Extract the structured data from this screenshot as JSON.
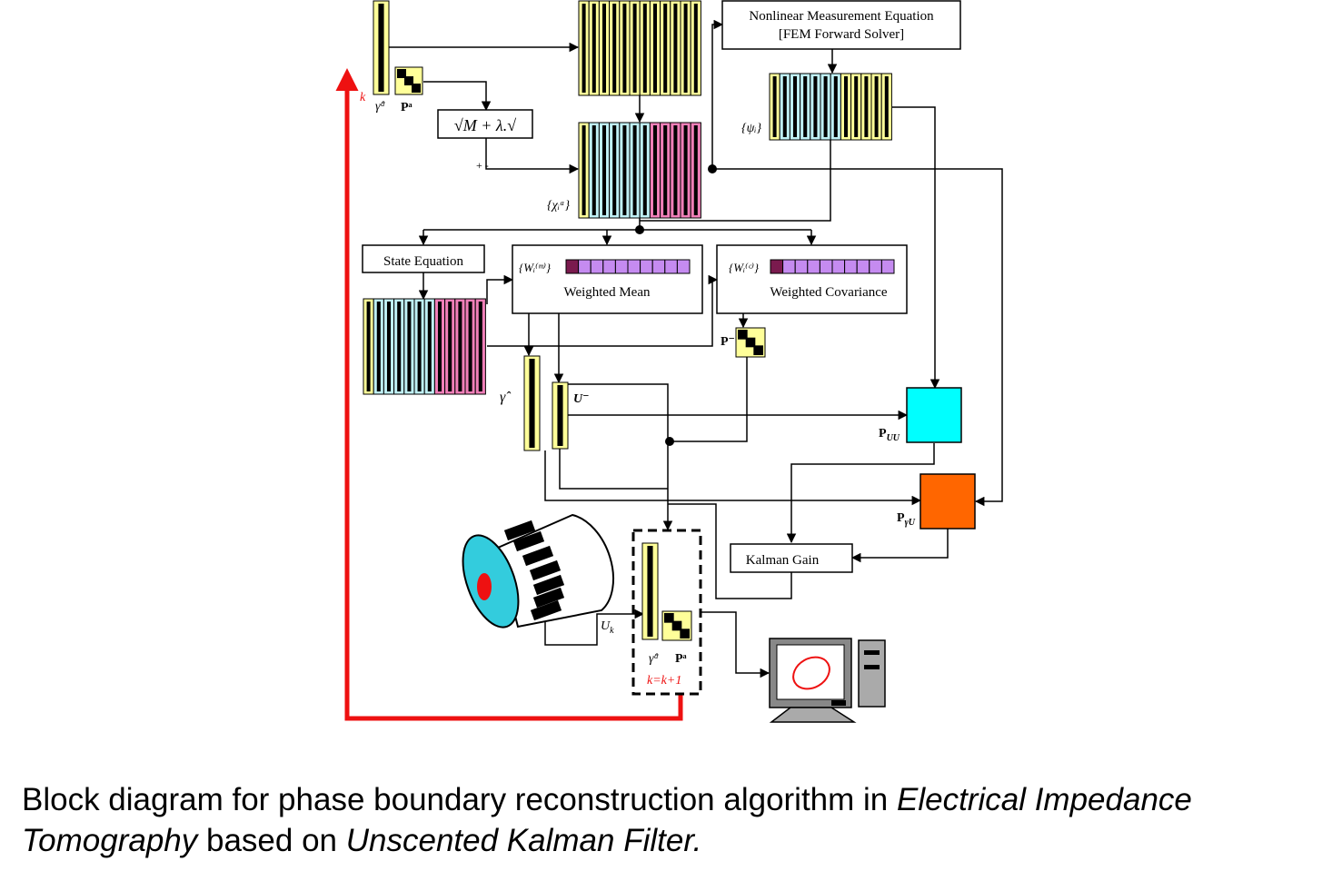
{
  "diagram": {
    "nodes": {
      "nonlinear_line1": "Nonlinear Measurement Equation",
      "nonlinear_line2": "[FEM Forward Solver]",
      "sqrt_box": "√M + λ.√",
      "state_equation": "State Equation",
      "weighted_mean": "Weighted Mean",
      "weighted_covariance": "Weighted Covariance",
      "kalman_gain": "Kalman Gain"
    },
    "labels": {
      "k": "k",
      "gamma_hat_a": "γ̂ᵃ",
      "p_a": "Pᵃ",
      "psi_i": "{ψᵢ}",
      "chi_i_a": "{χᵢᵃ}",
      "plus_minus": "+ -",
      "wm": "{Wᵢ⁽ᵐ⁾}",
      "wc": "{Wᵢ⁽ᶜ⁾}",
      "p_minus": "P⁻",
      "gamma_hat": "γ̂",
      "u_minus": "U⁻",
      "p_uu": "P",
      "p_uu_sub": "UU",
      "p_gu": "P",
      "p_gu_sub": "γU",
      "u_k": "U",
      "u_k_sub": "k",
      "gamma_hat_a_bottom": "γ̂ᵃ",
      "p_a_bottom": "Pᵃ",
      "k_update": "k=k+1"
    },
    "colors": {
      "yellow": "#ffff99",
      "cyan_strip": "#bff0f5",
      "pink": "#f07fb8",
      "purple": "#c58bf0",
      "dark_purple": "#7a1a4e",
      "p_uu_fill": "#00ffff",
      "p_gu_fill": "#ff6600",
      "feedback_red": "#ee1111"
    },
    "icons": {
      "sensor": "electrode-cylinder-icon",
      "monitor": "computer-monitor-icon"
    }
  },
  "caption": {
    "part1": "Block diagram for phase boundary reconstruction algorithm in ",
    "part2": "Electrical Impedance Tomography",
    "part3": " based on ",
    "part4": "Unscented Kalman Filter."
  }
}
